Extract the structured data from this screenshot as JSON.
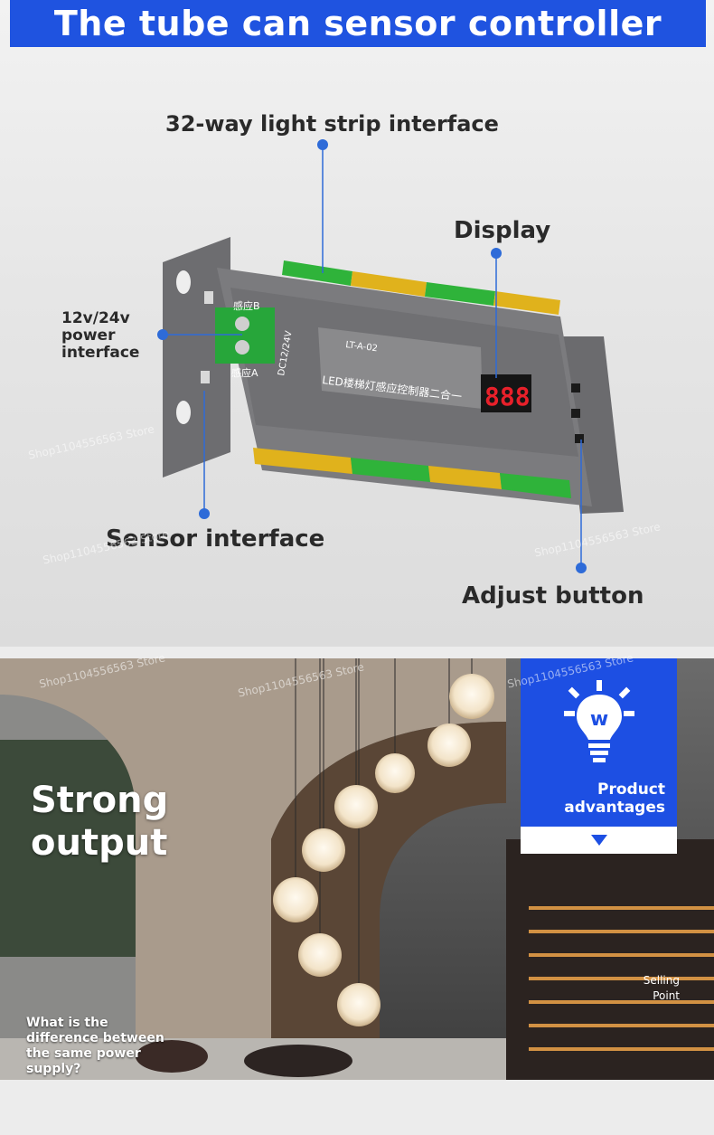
{
  "header": {
    "title": "The tube can sensor controller"
  },
  "callouts": {
    "strip_interface": "32-way light strip interface",
    "display": "Display",
    "power_line1": "12v/24v",
    "power_line2": "power",
    "power_line3": "interface",
    "sensor_interface": "Sensor interface",
    "adjust_button": "Adjust button"
  },
  "device": {
    "model": "LT-A-02",
    "product_name": "LED楼梯灯感应控制器二合一",
    "input_label": "DC12/24V",
    "sensor_b": "感应B",
    "sensor_a": "感应A",
    "display_digits": "888"
  },
  "watermark": {
    "text": "Shop1104556563 Store"
  },
  "promo": {
    "strong_line1": "Strong",
    "strong_line2": "output",
    "question_line1": "What is the",
    "question_line2": "difference between",
    "question_line3": "the same power",
    "question_line4": "supply?",
    "selling_line1": "Selling",
    "selling_line2": "Point",
    "advantages_line1": "Product",
    "advantages_line2": "advantages"
  },
  "colors": {
    "brand_blue": "#1f53e0",
    "terminal_green": "#2fb33a",
    "terminal_yellow": "#e0b21c",
    "device_gray": "#7a7a7c",
    "display_red": "#e8202a",
    "callout_blue": "#2e6bd8"
  },
  "icons": {
    "advantages_icon": "lightbulb-w-icon",
    "advantages_arrow": "triangle-down-icon"
  }
}
